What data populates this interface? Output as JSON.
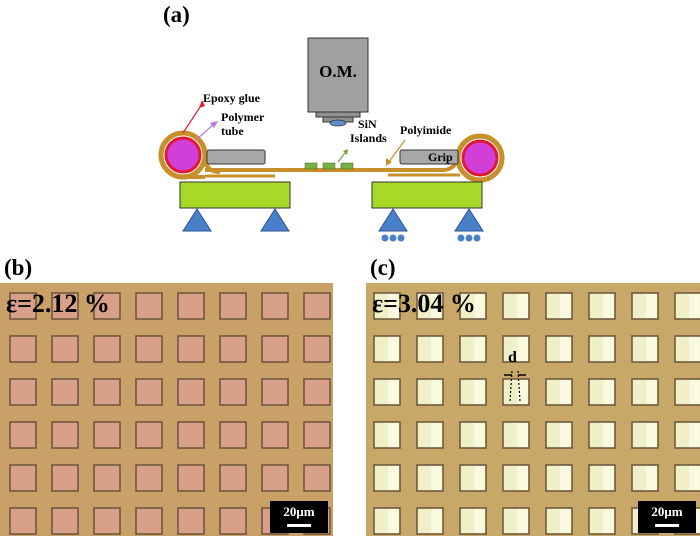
{
  "figure": {
    "panel_a": {
      "letter": "(a)",
      "objective_label": "O.M.",
      "labels": {
        "epoxy_glue": "Epoxy glue",
        "polymer_tube_line1": "Polymer",
        "polymer_tube_line2": "tube",
        "sin_islands_line1": "SiN",
        "sin_islands_line2": "Islands",
        "polyimide": "Polyimide",
        "grip": "Grip"
      },
      "colors": {
        "polyimide_film": "#c8902a",
        "grip_block": "#a8d828",
        "tube": "#d040d8",
        "epoxy": "#e01830",
        "objective": "#a0a0a0",
        "support": "#4a80c8"
      }
    },
    "panel_b": {
      "letter": "(b)",
      "strain_label": "ε=2.12 %",
      "scale_bar": "20μm",
      "grid": {
        "rows": 6,
        "cols": 8
      },
      "colors": {
        "substrate": "#c8a068",
        "island": "#d8a088",
        "island_edge": "#6a5238"
      }
    },
    "panel_c": {
      "letter": "(c)",
      "strain_label": "ε=3.04 %",
      "scale_bar": "20μm",
      "gap_label": "d",
      "grid": {
        "rows": 6,
        "cols": 8
      },
      "colors": {
        "substrate": "#c8a868",
        "island": "#f0f0c8",
        "island_edge": "#6a5238"
      }
    }
  }
}
